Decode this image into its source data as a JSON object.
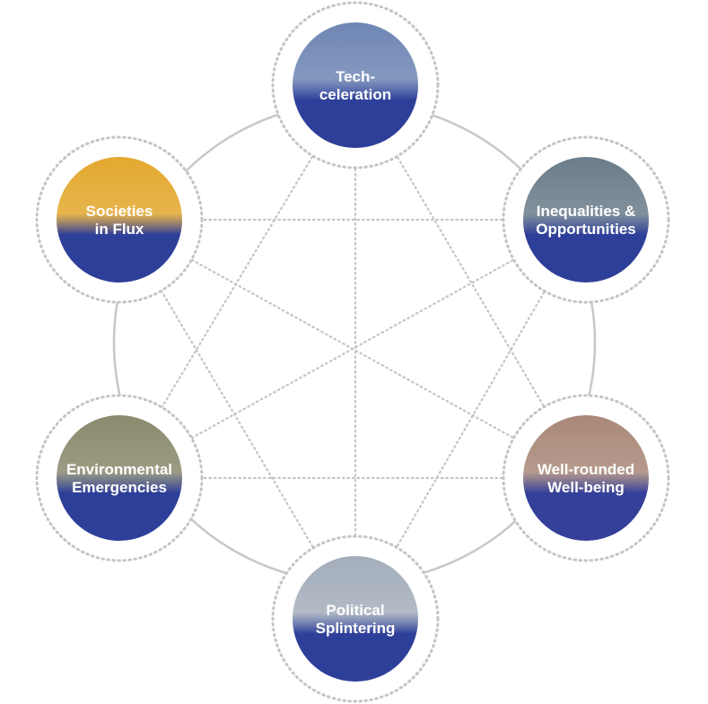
{
  "nodes": [
    {
      "id": "techceleration",
      "lines": [
        "Tech-",
        "celeration"
      ],
      "top_color": "#6f86b4",
      "bottom_color": "#2e3f9a"
    },
    {
      "id": "inequalities-opportunities",
      "lines": [
        "Inequalities &",
        "Opportunities"
      ],
      "top_color": "#6b7d8a",
      "bottom_color": "#2e3f9a"
    },
    {
      "id": "well-rounded-well-being",
      "lines": [
        "Well-rounded",
        "Well-being"
      ],
      "top_color": "#a98878",
      "bottom_color": "#34409a"
    },
    {
      "id": "political-splintering",
      "lines": [
        "Political",
        "Splintering"
      ],
      "top_color": "#a4aebb",
      "bottom_color": "#2e3f9a"
    },
    {
      "id": "environmental-emergencies",
      "lines": [
        "Environmental",
        "Emergencies"
      ],
      "top_color": "#8a8a6e",
      "bottom_color": "#2e3f9a"
    },
    {
      "id": "societies-in-flux",
      "lines": [
        "Societies",
        "in Flux"
      ],
      "top_color": "#e3a82e",
      "bottom_color": "#2e3f9a"
    }
  ],
  "colors": {
    "ring_line": "#c8c8c8",
    "dotted_border": "#c4c4c4",
    "connector": "#c4c4c4"
  }
}
